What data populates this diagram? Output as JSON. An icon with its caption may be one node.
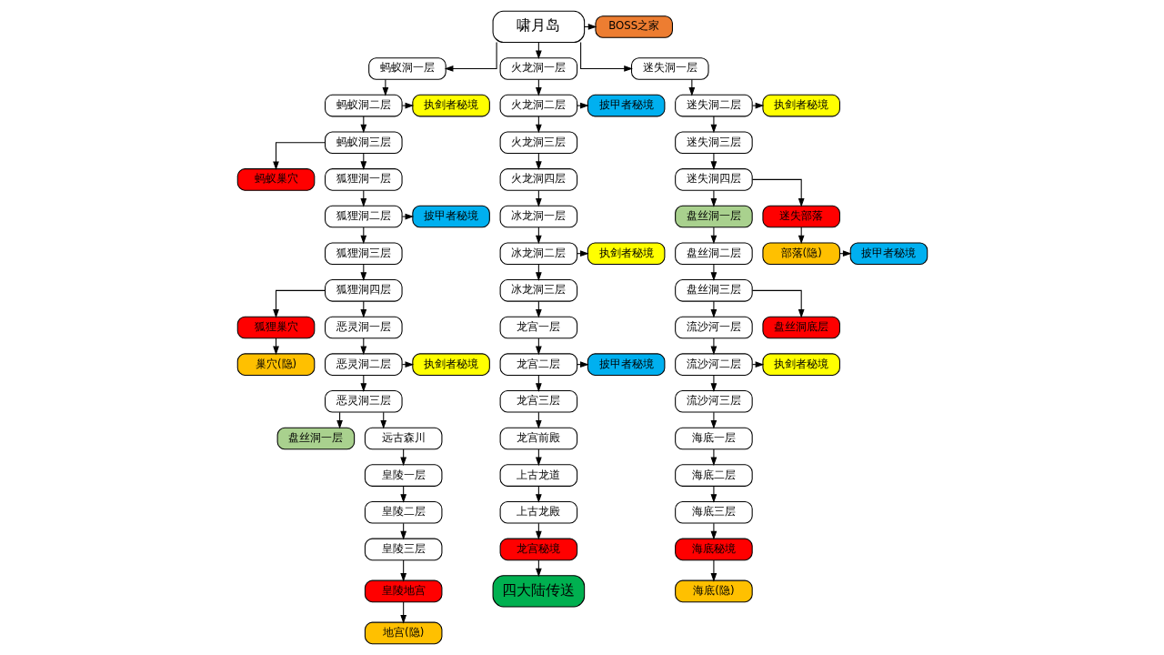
{
  "diagram": {
    "nodes": [
      {
        "text": [
          "啸月岛"
        ]
      },
      {
        "text": [
          "BOSS之家"
        ]
      },
      {
        "text": [
          "蚂蚁洞一层"
        ]
      },
      {
        "text": [
          "蚂蚁洞二层"
        ]
      },
      {
        "text": [
          "执剑者秘境"
        ]
      },
      {
        "text": [
          "蚂蚁洞三层"
        ]
      },
      {
        "text": [
          "蚂蚁巢穴"
        ]
      },
      {
        "text": [
          "狐狸洞一层"
        ]
      },
      {
        "text": [
          "狐狸洞二层"
        ]
      },
      {
        "text": [
          "披甲者秘境"
        ]
      },
      {
        "text": [
          "狐狸洞三层"
        ]
      },
      {
        "text": [
          "狐狸洞四层"
        ]
      },
      {
        "text": [
          "狐狸巢穴"
        ]
      },
      {
        "text": [
          "巢穴(隐)"
        ]
      },
      {
        "text": [
          "恶灵洞一层"
        ]
      },
      {
        "text": [
          "恶灵洞二层"
        ]
      },
      {
        "text": [
          "执剑者秘境"
        ]
      },
      {
        "text": [
          "恶灵洞三层"
        ]
      },
      {
        "text": [
          "盘丝洞一层"
        ]
      },
      {
        "text": [
          "远古森川"
        ]
      },
      {
        "text": [
          "皇陵一层"
        ]
      },
      {
        "text": [
          "皇陵二层"
        ]
      },
      {
        "text": [
          "皇陵三层"
        ]
      },
      {
        "text": [
          "皇陵地宫"
        ]
      },
      {
        "text": [
          "地宫(隐)"
        ]
      },
      {
        "text": [
          "火龙洞一层"
        ]
      },
      {
        "text": [
          "火龙洞二层"
        ]
      },
      {
        "text": [
          "披甲者秘境"
        ]
      },
      {
        "text": [
          "火龙洞三层"
        ]
      },
      {
        "text": [
          "火龙洞四层"
        ]
      },
      {
        "text": [
          "冰龙洞一层"
        ]
      },
      {
        "text": [
          "冰龙洞二层"
        ]
      },
      {
        "text": [
          "执剑者秘境"
        ]
      },
      {
        "text": [
          "冰龙洞三层"
        ]
      },
      {
        "text": [
          "龙宫一层"
        ]
      },
      {
        "text": [
          "龙宫二层"
        ]
      },
      {
        "text": [
          "披甲者秘境"
        ]
      },
      {
        "text": [
          "龙宫三层"
        ]
      },
      {
        "text": [
          "龙宫前殿"
        ]
      },
      {
        "text": [
          "上古龙道"
        ]
      },
      {
        "text": [
          "上古龙殿"
        ]
      },
      {
        "text": [
          "龙宫秘境"
        ]
      },
      {
        "text": [
          "四大陆传送"
        ]
      },
      {
        "text": [
          "迷失洞一层"
        ]
      },
      {
        "text": [
          "迷失洞二层"
        ]
      },
      {
        "text": [
          "执剑者秘境"
        ]
      },
      {
        "text": [
          "迷失洞三层"
        ]
      },
      {
        "text": [
          "迷失洞四层"
        ]
      },
      {
        "text": [
          "盘丝洞一层"
        ]
      },
      {
        "text": [
          "迷失部落"
        ]
      },
      {
        "text": [
          "盘丝洞二层"
        ]
      },
      {
        "text": [
          "部落(隐)"
        ]
      },
      {
        "text": [
          "披甲者秘境"
        ]
      },
      {
        "text": [
          "盘丝洞三层"
        ]
      },
      {
        "text": [
          "流沙河一层"
        ]
      },
      {
        "text": [
          "盘丝洞底层"
        ]
      },
      {
        "text": [
          "流沙河二层"
        ]
      },
      {
        "text": [
          "执剑者秘境"
        ]
      },
      {
        "text": [
          "流沙河三层"
        ]
      },
      {
        "text": [
          "海底一层"
        ]
      },
      {
        "text": [
          "海底二层"
        ]
      },
      {
        "text": [
          "海底三层"
        ]
      },
      {
        "text": [
          "海底秘境"
        ]
      },
      {
        "text": [
          "海底(隐)"
        ]
      }
    ],
    "edges": [
      {
        "from": 0,
        "to": 2,
        "arrow": "to"
      },
      {
        "from": 0,
        "to": 25,
        "arrow": "to"
      },
      {
        "from": 0,
        "to": 43,
        "arrow": "to"
      },
      {
        "from": 0,
        "to": 1,
        "arrow": "to"
      },
      {
        "from": 2,
        "to": 3,
        "arrow": "to"
      },
      {
        "from": 3,
        "to": 4,
        "arrow": "to"
      },
      {
        "from": 3,
        "to": 5,
        "arrow": "to"
      },
      {
        "from": 5,
        "to": 6,
        "arrow": "to"
      },
      {
        "from": 5,
        "to": 7,
        "arrow": "to"
      },
      {
        "from": 7,
        "to": 8,
        "arrow": "to"
      },
      {
        "from": 8,
        "to": 9,
        "arrow": "to"
      },
      {
        "from": 8,
        "to": 10,
        "arrow": "to"
      },
      {
        "from": 10,
        "to": 11,
        "arrow": "to"
      },
      {
        "from": 11,
        "to": 12,
        "arrow": "to"
      },
      {
        "from": 12,
        "to": 13,
        "arrow": "to"
      },
      {
        "from": 11,
        "to": 14,
        "arrow": "to"
      },
      {
        "from": 14,
        "to": 15,
        "arrow": "to"
      },
      {
        "from": 15,
        "to": 16,
        "arrow": "to"
      },
      {
        "from": 15,
        "to": 17,
        "arrow": "to"
      },
      {
        "from": 17,
        "to": 18,
        "arrow": "to"
      },
      {
        "from": 17,
        "to": 19,
        "arrow": "to"
      },
      {
        "from": 19,
        "to": 20,
        "arrow": "to"
      },
      {
        "from": 20,
        "to": 21,
        "arrow": "to"
      },
      {
        "from": 21,
        "to": 22,
        "arrow": "to"
      },
      {
        "from": 22,
        "to": 23,
        "arrow": "to"
      },
      {
        "from": 23,
        "to": 24,
        "arrow": "to"
      },
      {
        "from": 25,
        "to": 26,
        "arrow": "to"
      },
      {
        "from": 26,
        "to": 27,
        "arrow": "to"
      },
      {
        "from": 26,
        "to": 28,
        "arrow": "to"
      },
      {
        "from": 28,
        "to": 29,
        "arrow": "to"
      },
      {
        "from": 29,
        "to": 30,
        "arrow": "to"
      },
      {
        "from": 30,
        "to": 31,
        "arrow": "to"
      },
      {
        "from": 31,
        "to": 32,
        "arrow": "to"
      },
      {
        "from": 31,
        "to": 33,
        "arrow": "to"
      },
      {
        "from": 33,
        "to": 34,
        "arrow": "to"
      },
      {
        "from": 34,
        "to": 35,
        "arrow": "to"
      },
      {
        "from": 35,
        "to": 36,
        "arrow": "to"
      },
      {
        "from": 35,
        "to": 37,
        "arrow": "to"
      },
      {
        "from": 37,
        "to": 38,
        "arrow": "to"
      },
      {
        "from": 38,
        "to": 39,
        "arrow": "to"
      },
      {
        "from": 39,
        "to": 40,
        "arrow": "to"
      },
      {
        "from": 40,
        "to": 41,
        "arrow": "to"
      },
      {
        "from": 41,
        "to": 42,
        "arrow": "to"
      },
      {
        "from": 43,
        "to": 44,
        "arrow": "to"
      },
      {
        "from": 44,
        "to": 45,
        "arrow": "to"
      },
      {
        "from": 44,
        "to": 46,
        "arrow": "to"
      },
      {
        "from": 46,
        "to": 47,
        "arrow": "to"
      },
      {
        "from": 47,
        "to": 48,
        "arrow": "to"
      },
      {
        "from": 47,
        "to": 49,
        "arrow": "to"
      },
      {
        "from": 49,
        "to": 51,
        "arrow": "to"
      },
      {
        "from": 51,
        "to": 52,
        "arrow": "to"
      },
      {
        "from": 48,
        "to": 50,
        "arrow": "to"
      },
      {
        "from": 50,
        "to": 53,
        "arrow": "to"
      },
      {
        "from": 53,
        "to": 54,
        "arrow": "to"
      },
      {
        "from": 53,
        "to": 55,
        "arrow": "to"
      },
      {
        "from": 54,
        "to": 56,
        "arrow": "to"
      },
      {
        "from": 56,
        "to": 57,
        "arrow": "to"
      },
      {
        "from": 56,
        "to": 58,
        "arrow": "to"
      },
      {
        "from": 58,
        "to": 59,
        "arrow": "to"
      },
      {
        "from": 59,
        "to": 60,
        "arrow": "to"
      },
      {
        "from": 60,
        "to": 61,
        "arrow": "to"
      },
      {
        "from": 61,
        "to": 62,
        "arrow": "to"
      },
      {
        "from": 62,
        "to": 63,
        "arrow": "to"
      }
    ]
  }
}
